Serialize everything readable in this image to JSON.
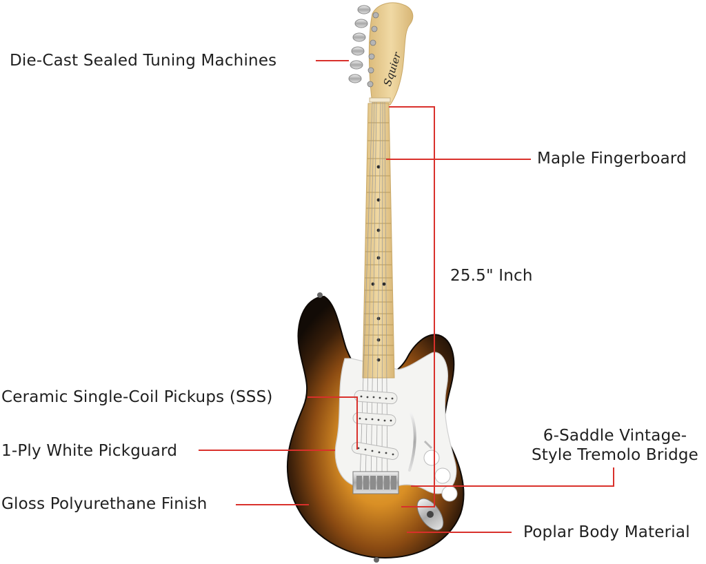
{
  "colors": {
    "leader_line": "#d9302b",
    "text": "#1f1f1f",
    "maple": "#e9cf93",
    "sunburst_center": "#e7a93a",
    "sunburst_edge": "#1a120b",
    "pickguard": "#f4f4f2"
  },
  "brand": {
    "headstock_logo": "Squier"
  },
  "labels": {
    "tuners": "Die-Cast Sealed Tuning Machines",
    "fingerboard": "Maple Fingerboard",
    "scale": "25.5\" Inch",
    "pickups": "Ceramic Single-Coil Pickups (SSS)",
    "pickguard": "1-Ply White Pickguard",
    "finish": "Gloss Polyurethane Finish",
    "bridge_line1": "6-Saddle Vintage-",
    "bridge_line2": "Style Tremolo Bridge",
    "body": "Poplar Body Material"
  }
}
